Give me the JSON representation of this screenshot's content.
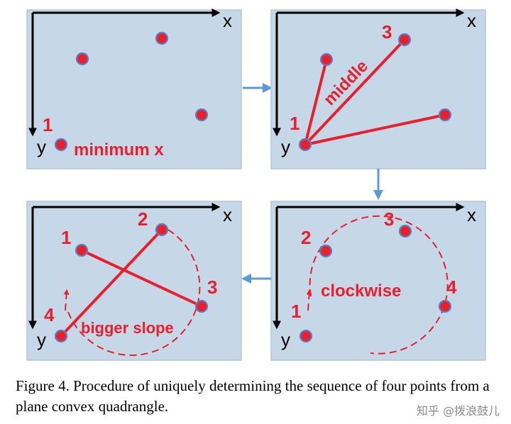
{
  "axes": {
    "x": "x",
    "y": "y"
  },
  "panels": {
    "top_left": {
      "point_labels": [
        "1"
      ],
      "note": "minimum x"
    },
    "top_right": {
      "point_labels": [
        "1",
        "3"
      ],
      "note": "middle"
    },
    "bottom_right": {
      "point_labels": [
        "1",
        "2",
        "3",
        "4"
      ],
      "note": "clockwise"
    },
    "bottom_left": {
      "point_labels": [
        "1",
        "2",
        "3",
        "4"
      ],
      "note": "bigger slope"
    }
  },
  "caption": "Figure 4. Procedure of uniquely determining the sequence of four points from a plane convex quadrangle.",
  "watermark": "知乎 @拨浪鼓儿",
  "colors": {
    "panel": "#c6d7e8",
    "point": "#e8202d",
    "arrow": "#5b9bd5"
  }
}
